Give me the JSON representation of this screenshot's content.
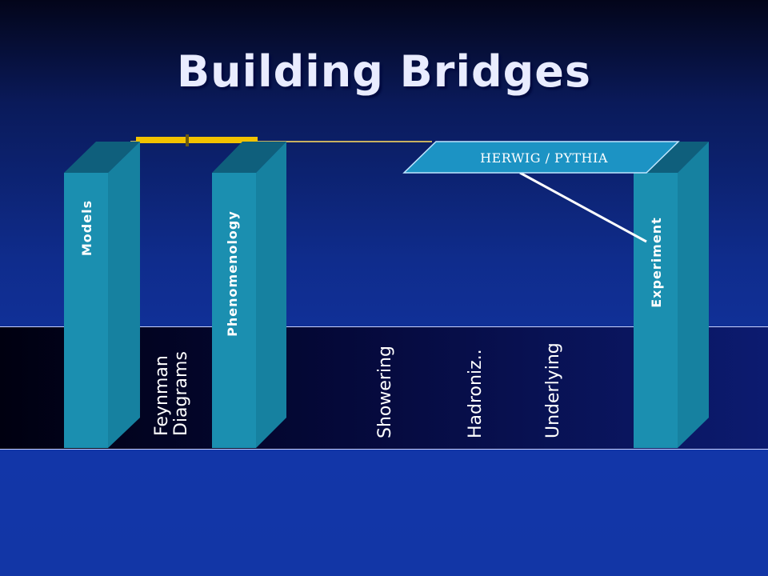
{
  "title": "Building Bridges",
  "pillars": {
    "models": "Models",
    "phenomenology": "Phenomenology",
    "experiment": "Experiment"
  },
  "callout": "HERWIG / PYTHIA",
  "band_labels": {
    "feynman_line1": "Feynman",
    "feynman_line2": "Diagrams",
    "showering": "Showering",
    "hadronization": "Hadroniz..",
    "underlying": "Underlying"
  },
  "colors": {
    "pillar_front": "#1b8fb0",
    "pillar_side": "#157a98",
    "pillar_top": "#0f5f7c",
    "bridge": "#f2c200",
    "band": "#000a30"
  }
}
